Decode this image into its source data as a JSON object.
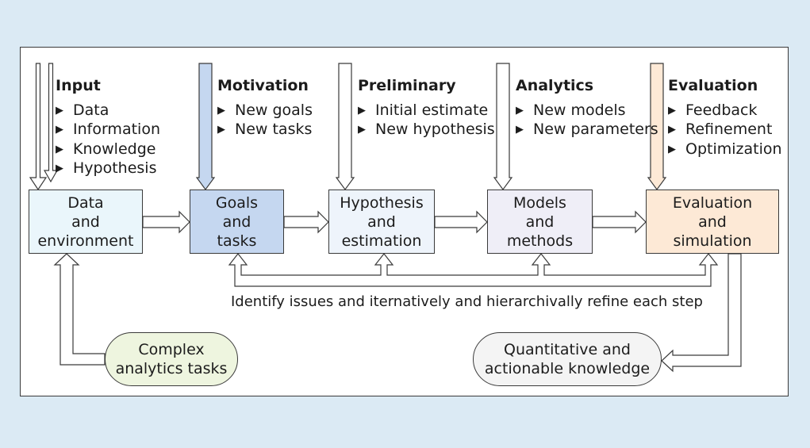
{
  "groups": [
    {
      "heading": "Input",
      "items": [
        "Data",
        "Information",
        "Knowledge",
        "Hypothesis"
      ]
    },
    {
      "heading": "Motivation",
      "items": [
        "New goals",
        "New tasks"
      ]
    },
    {
      "heading": "Preliminary",
      "items": [
        "Initial estimate",
        "New hypothesis"
      ]
    },
    {
      "heading": "Analytics",
      "items": [
        "New models",
        "New parameters"
      ]
    },
    {
      "heading": "Evaluation",
      "items": [
        "Feedback",
        "Refinement",
        "Optimization"
      ]
    }
  ],
  "boxes": [
    {
      "lines": [
        "Data",
        "and",
        "environment"
      ],
      "color": "#eaf6fb"
    },
    {
      "lines": [
        "Goals",
        "and",
        "tasks"
      ],
      "color": "#c5d7f0"
    },
    {
      "lines": [
        "Hypothesis",
        "and",
        "estimation"
      ],
      "color": "#eef4fb"
    },
    {
      "lines": [
        "Models",
        "and",
        "methods"
      ],
      "color": "#efeef7"
    },
    {
      "lines": [
        "Evaluation",
        "and",
        "simulation"
      ],
      "color": "#fde9d6"
    }
  ],
  "feedback_caption": "Identify issues and iternatively and hierarchivally refine each step",
  "complex_tasks": {
    "lines": [
      "Complex",
      "analytics tasks"
    ],
    "color": "#eef5df"
  },
  "knowledge": {
    "lines": [
      "Quantitative and",
      "actionable knowledge"
    ],
    "color": "#f4f4f4"
  },
  "colors": {
    "background": "#dbeaf4",
    "frame": "#ffffff",
    "arrow_fill": "#ffffff",
    "arrow_stroke": "#3a3a3a",
    "goals_arrow": "#c5d7f0",
    "eval_arrow": "#fde9d6"
  }
}
